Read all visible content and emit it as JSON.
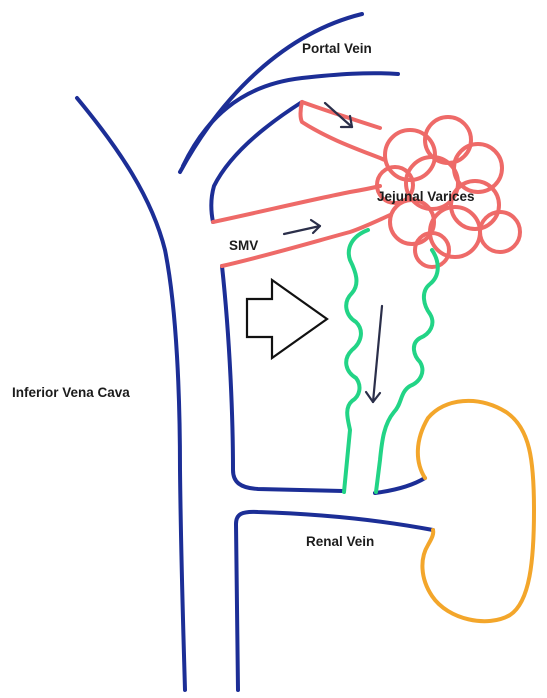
{
  "labels": {
    "portal_vein": "Portal Vein",
    "jejunal_varices": "Jejunal Varices",
    "smv": "SMV",
    "ivc": "Inferior Vena Cava",
    "renal_vein": "Renal Vein"
  },
  "colors": {
    "veins": "#1c2e96",
    "varices": "#ee6a68",
    "collateral": "#22d486",
    "kidney": "#f3a62b",
    "flow_arrows": "#2b2f4a"
  },
  "icons": [
    "flow-arrow",
    "direction-block-arrow"
  ]
}
